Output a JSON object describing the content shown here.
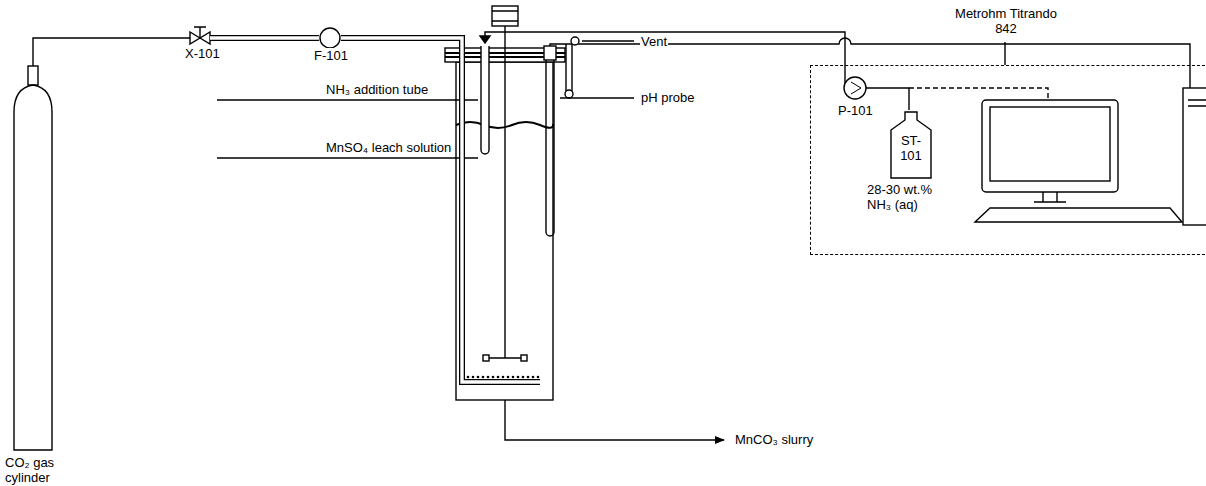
{
  "diagram": {
    "nodes": [
      {
        "text": [
          "Metrohm Titrando 842"
        ]
      },
      {
        "text": [
          "ST-101"
        ],
        "in": 0
      }
    ],
    "labels": [
      "X-101",
      "F-101",
      "NH₃ addition tube",
      "MnSO₄ leach solution",
      "pH probe",
      "Vent",
      "P-101",
      "28-30 wt.% NH₃ (aq)",
      "MnCO₃ slurry",
      "CO₂ gas cylinder"
    ]
  }
}
